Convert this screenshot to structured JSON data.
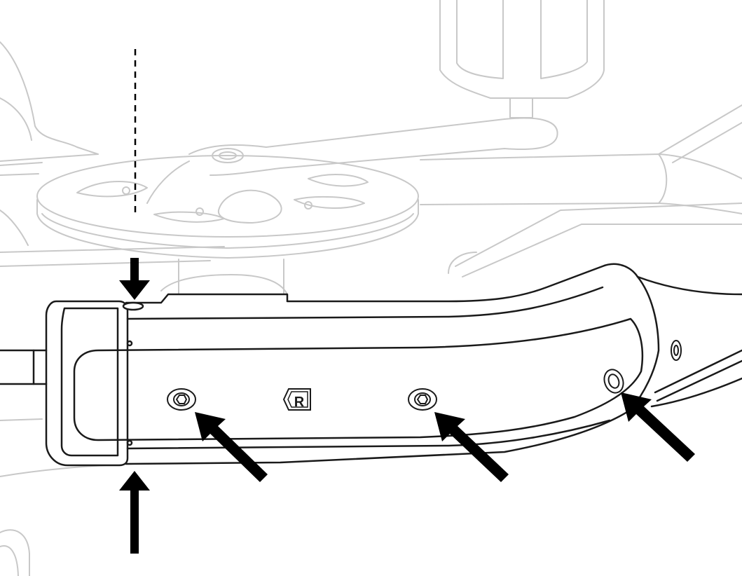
{
  "diagram": {
    "colors": {
      "background": "#ffffff",
      "faded_line": "#c8c8c8",
      "faded_line_light": "#d8d8d8",
      "main_line": "#1a1a1a",
      "arrow": "#000000",
      "dashed": "#000000"
    },
    "logo_letter": "R",
    "callouts": [
      {
        "name": "top-hole-arrow",
        "direction": "down"
      },
      {
        "name": "bottom-seam-arrow",
        "direction": "up"
      },
      {
        "name": "left-bolt-arrow",
        "direction": "up-left"
      },
      {
        "name": "middle-bolt-arrow",
        "direction": "up-left"
      },
      {
        "name": "right-bolt-arrow",
        "direction": "up-left"
      }
    ]
  }
}
